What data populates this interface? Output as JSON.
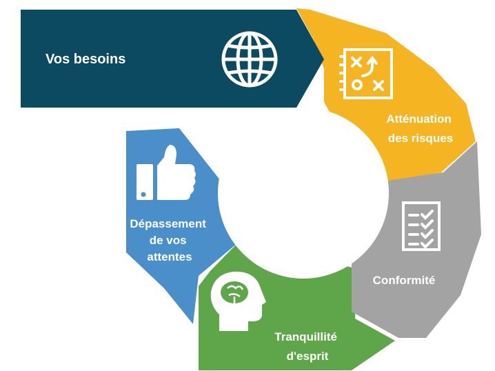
{
  "colors": {
    "navy": "#0b4a60",
    "yellow": "#f5b522",
    "gray": "#a3a3a3",
    "green": "#5fa54a",
    "blue": "#4a8fca",
    "white": "#ffffff"
  },
  "segments": [
    {
      "id": "vos-besoins",
      "lines": [
        "Vos besoins"
      ],
      "icon": "globe-icon"
    },
    {
      "id": "attenuation",
      "lines": [
        "Atténuation",
        "des risques"
      ],
      "icon": "strategy-board-icon"
    },
    {
      "id": "conformite",
      "lines": [
        "Conformité"
      ],
      "icon": "checklist-icon"
    },
    {
      "id": "tranquillite",
      "lines": [
        "Tranquillité",
        "d'esprit"
      ],
      "icon": "brain-head-icon"
    },
    {
      "id": "depassement",
      "lines": [
        "Dépassement",
        "de vos",
        "attentes"
      ],
      "icon": "thumbs-up-icon"
    }
  ]
}
